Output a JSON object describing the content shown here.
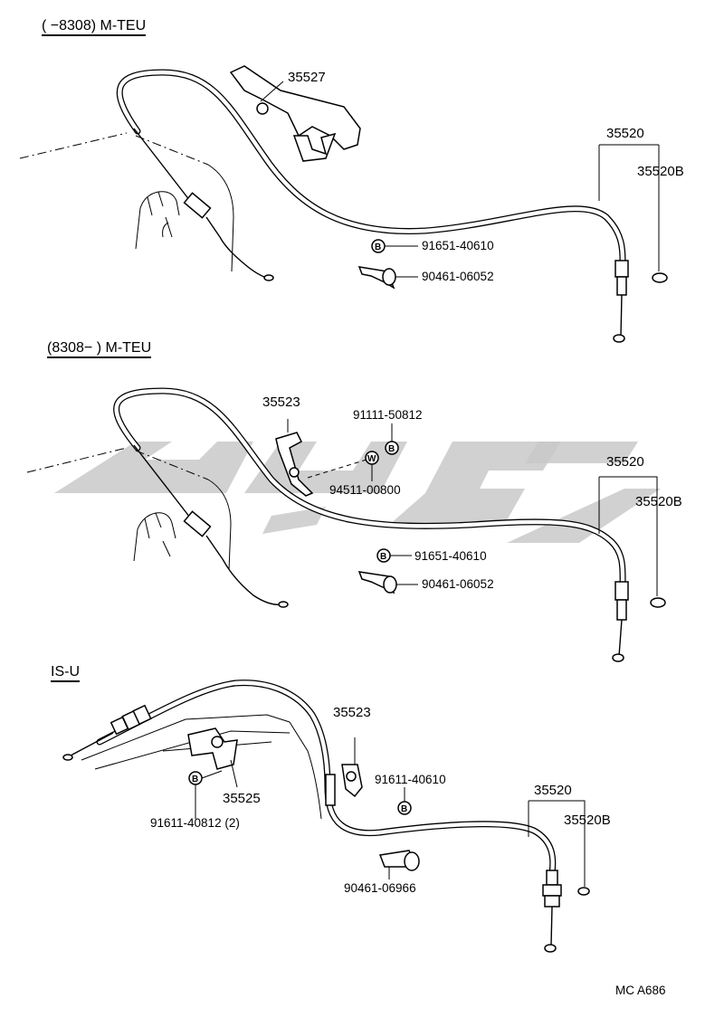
{
  "sections": [
    {
      "header": "(      −8308) M-TEU",
      "parts": {
        "bracket": "35527",
        "cable": "35520",
        "cable_alt": "35520B",
        "bolt": "91651-40610",
        "clamp": "90461-06052"
      }
    },
    {
      "header": "(8308−      ) M-TEU",
      "parts": {
        "bracket": "35523",
        "bolt_top": "91111-50812",
        "washer": "94511-00800",
        "cable": "35520",
        "cable_alt": "35520B",
        "bolt": "91651-40610",
        "clamp": "90461-06052"
      }
    },
    {
      "header": "IS-U",
      "parts": {
        "bracket": "35523",
        "bolt_mid": "91611-40610",
        "cable": "35520",
        "cable_alt": "35520B",
        "bracket_lower": "35525",
        "bolt_lower": "91611-40812 (2)",
        "clamp": "90461-06966"
      }
    }
  ],
  "marks": {
    "bolt": "B",
    "washer": "W"
  },
  "footer_code": "MC  A686",
  "colors": {
    "line": "#000000",
    "watermark": "#c9c9c9"
  }
}
